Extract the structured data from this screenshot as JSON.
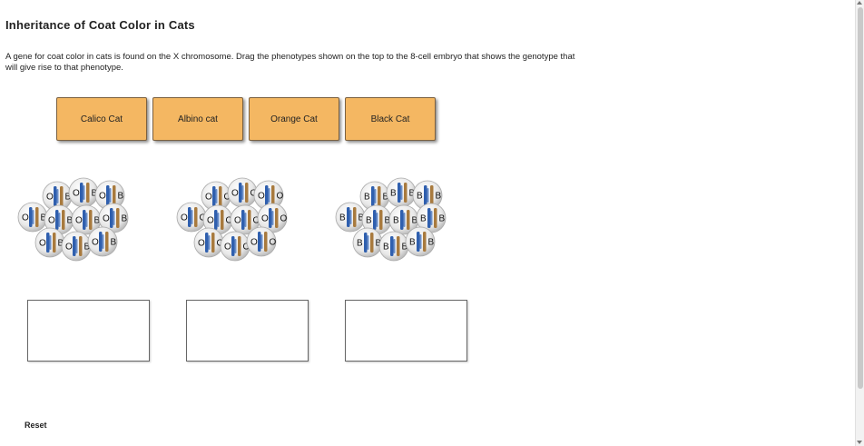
{
  "title": "Inheritance of Coat Color in Cats",
  "instructions": "A gene for coat color in cats is found on the X chromosome. Drag the phenotypes shown on the top to the 8-cell embryo that shows the genotype that will give rise to that phenotype.",
  "phenotypes": [
    {
      "label": "Calico Cat"
    },
    {
      "label": "Albino cat"
    },
    {
      "label": "Orange Cat"
    },
    {
      "label": "Black Cat"
    }
  ],
  "embryos": [
    {
      "allele_left": "O",
      "allele_right": "B"
    },
    {
      "allele_left": "O",
      "allele_right": "O"
    },
    {
      "allele_left": "B",
      "allele_right": "B"
    }
  ],
  "reset_label": "Reset",
  "colors": {
    "button_fill": "#f4b762",
    "chromosome_blue": "#2f5fae",
    "chromosome_brown": "#a87a3e",
    "cell_fill": "#e6e6e6"
  }
}
